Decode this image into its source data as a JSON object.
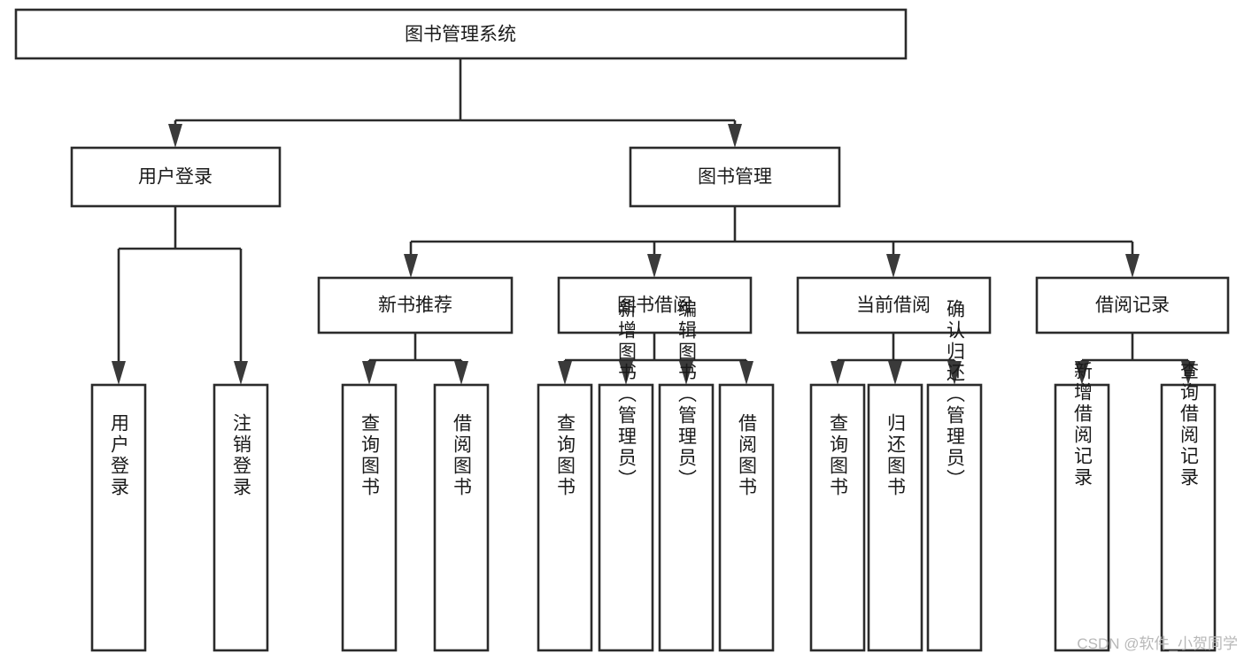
{
  "diagram": {
    "type": "tree-hierarchy",
    "title": "图书管理系统",
    "root": {
      "id": "root",
      "label": "图书管理系统"
    },
    "level2": [
      {
        "id": "user-login",
        "label": "用户登录"
      },
      {
        "id": "book-manage",
        "label": "图书管理"
      }
    ],
    "level3": [
      {
        "id": "new-book-recommend",
        "label": "新书推荐",
        "parent": "book-manage"
      },
      {
        "id": "book-borrow",
        "label": "图书借阅",
        "parent": "book-manage"
      },
      {
        "id": "current-borrow",
        "label": "当前借阅",
        "parent": "book-manage"
      },
      {
        "id": "borrow-record",
        "label": "借阅记录",
        "parent": "book-manage"
      }
    ],
    "leaves": {
      "user-login": [
        {
          "id": "leaf-user-login",
          "label": "用户登录"
        },
        {
          "id": "leaf-logout",
          "label": "注销登录"
        }
      ],
      "new-book-recommend": [
        {
          "id": "leaf-query-book-1",
          "label": "查询图书"
        },
        {
          "id": "leaf-borrow-book-1",
          "label": "借阅图书"
        }
      ],
      "book-borrow": [
        {
          "id": "leaf-query-book-2",
          "label": "查询图书"
        },
        {
          "id": "leaf-add-book",
          "label": "新增图书（管理员）"
        },
        {
          "id": "leaf-edit-book",
          "label": "编辑图书（管理员）"
        },
        {
          "id": "leaf-borrow-book-2",
          "label": "借阅图书"
        }
      ],
      "current-borrow": [
        {
          "id": "leaf-query-book-3",
          "label": "查询图书"
        },
        {
          "id": "leaf-return-book",
          "label": "归还图书"
        },
        {
          "id": "leaf-confirm-return",
          "label": "确认归还（管理员）"
        }
      ],
      "borrow-record": [
        {
          "id": "leaf-add-record",
          "label": "新增借阅记录"
        },
        {
          "id": "leaf-query-record",
          "label": "查询借阅记录"
        }
      ]
    }
  },
  "watermark": {
    "text": "CSDN @软件_小贺同学"
  },
  "colors": {
    "background": "#ffffff",
    "node_fill": "#ffffff",
    "node_stroke": "#2b2b2b",
    "text": "#1a1a1a",
    "watermark": "#b8b8b8"
  }
}
